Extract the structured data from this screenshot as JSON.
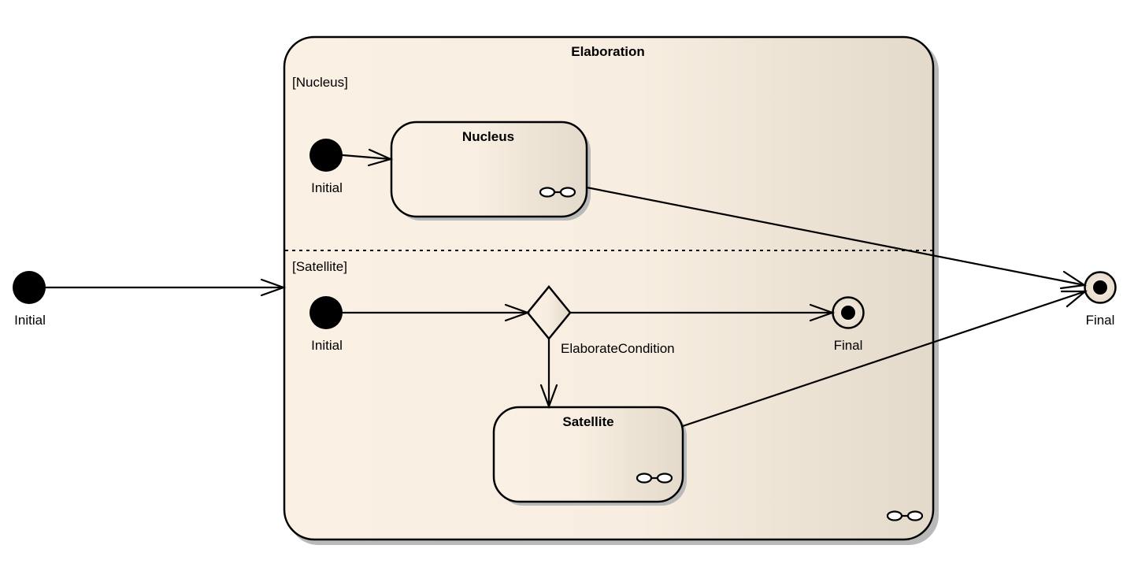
{
  "diagram": {
    "type": "uml-state-machine",
    "colors": {
      "fill_light": "#faf0e4",
      "fill_dark": "#e6dccd",
      "stroke": "#000000",
      "shadow": "#b9b9b9",
      "background": "#ffffff"
    },
    "outer_initial": {
      "label": "Initial"
    },
    "outer_final": {
      "label": "Final"
    },
    "composite": {
      "title": "Elaboration",
      "regions": [
        {
          "guard": "[Nucleus]",
          "initial": {
            "label": "Initial"
          },
          "state": {
            "title": "Nucleus",
            "icon": "composite-link-icon"
          }
        },
        {
          "guard": "[Satellite]",
          "initial": {
            "label": "Initial"
          },
          "decision": {
            "label": "ElaborateCondition"
          },
          "final": {
            "label": "Final"
          },
          "state": {
            "title": "Satellite",
            "icon": "composite-link-icon"
          }
        }
      ],
      "icon": "composite-link-icon"
    },
    "transitions": [
      {
        "from": "Initial",
        "to": "Elaboration"
      },
      {
        "from": "Initial (Nucleus)",
        "to": "Nucleus"
      },
      {
        "from": "Nucleus",
        "to": "Final"
      },
      {
        "from": "Initial (Satellite)",
        "to": "ElaborateCondition"
      },
      {
        "from": "ElaborateCondition",
        "to": "Final (Satellite)"
      },
      {
        "from": "ElaborateCondition",
        "to": "Satellite"
      },
      {
        "from": "Satellite",
        "to": "Final"
      }
    ]
  }
}
